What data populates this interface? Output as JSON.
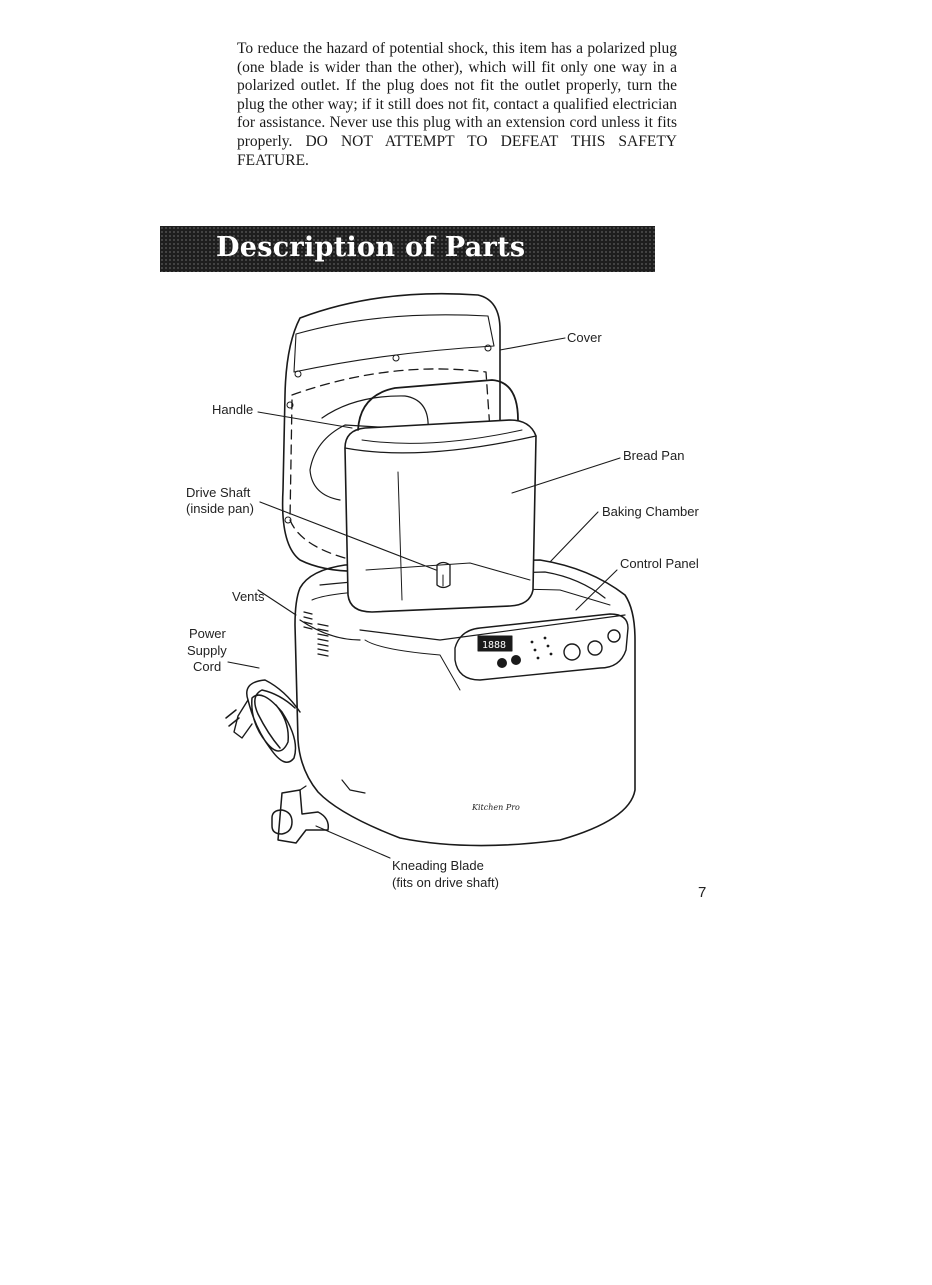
{
  "intro_paragraph": "To reduce the hazard of potential shock, this item has a polarized plug (one blade is wider than the other), which will fit only one way in a polarized outlet. If the plug does not fit the outlet properly, turn the plug the other way; if it still does not fit, contact a qualified electrician for assistance. Never use this plug with an extension cord unless it fits properly. DO NOT ATTEMPT TO DEFEAT THIS SAFETY FEATURE.",
  "section_title": "Description of Parts",
  "labels": {
    "cover": "Cover",
    "handle": "Handle",
    "bread_pan": "Bread Pan",
    "drive_shaft_line1": "Drive Shaft",
    "drive_shaft_line2": "(inside pan)",
    "baking_chamber": "Baking Chamber",
    "control_panel": "Control Panel",
    "vents": "Vents",
    "power_line1": "Power",
    "power_line2": "Supply",
    "power_line3": "Cord",
    "kneading_line1": "Kneading Blade",
    "kneading_line2": "(fits on drive shaft)"
  },
  "display_readout": "1888",
  "brand_logo_text": "Kitchen Pro",
  "page_number": "7"
}
